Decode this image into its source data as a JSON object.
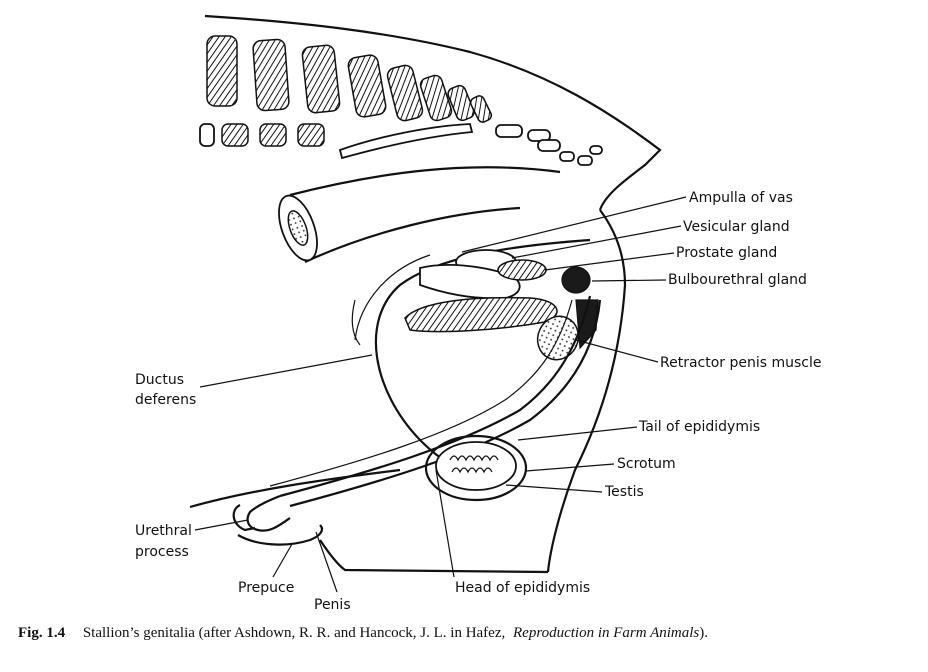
{
  "labels": {
    "ampulla": "Ampulla of vas",
    "vesicular": "Vesicular gland",
    "prostate": "Prostate gland",
    "bulbourethral": "Bulbourethral gland",
    "retractor": "Retractor penis muscle",
    "ductus_1": "Ductus",
    "ductus_2": "deferens",
    "tail": "Tail of epididymis",
    "scrotum": "Scrotum",
    "testis": "Testis",
    "urethral_1": "Urethral",
    "urethral_2": "process",
    "prepuce": "Prepuce",
    "penis": "Penis",
    "head": "Head of epididymis"
  },
  "caption": {
    "fig_number": "Fig. 1.4",
    "text": "Stallion’s genitalia (after Ashdown, R. R. and Hancock, J. L. in Hafez,",
    "book_title": "Reproduction in Farm Animals",
    "end": ")."
  }
}
